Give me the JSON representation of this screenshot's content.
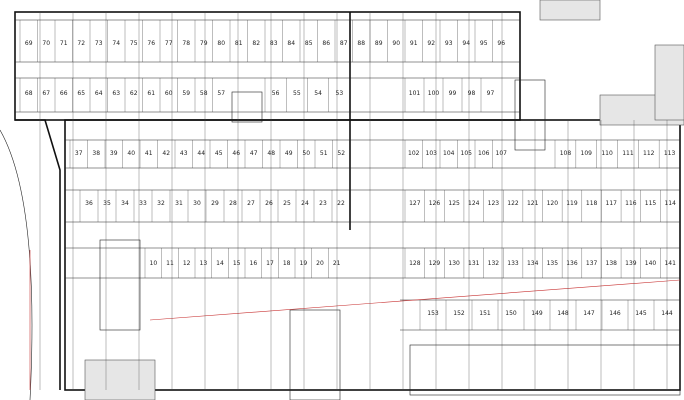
{
  "drawing": {
    "type": "parking garage floor plan",
    "line_color": "#222222",
    "accent_color": "#c83232",
    "stall_rows": [
      {
        "id": "row-a",
        "labels": [
          "69",
          "70",
          "71",
          "72",
          "73",
          "74",
          "75",
          "76",
          "77",
          "78",
          "79",
          "80",
          "81",
          "82",
          "83",
          "84",
          "85",
          "86",
          "87",
          "88",
          "89",
          "90",
          "91",
          "92",
          "93",
          "94",
          "95",
          "96"
        ]
      },
      {
        "id": "row-b-west",
        "labels": [
          "68",
          "67",
          "66",
          "65",
          "64",
          "63",
          "62",
          "61",
          "60",
          "59",
          "58",
          "57"
        ]
      },
      {
        "id": "row-b-mid",
        "labels": [
          "56",
          "55",
          "54",
          "53"
        ]
      },
      {
        "id": "row-b-east",
        "labels": [
          "101",
          "100",
          "99",
          "98",
          "97"
        ]
      },
      {
        "id": "row-c-west",
        "labels": [
          "37",
          "38",
          "39",
          "40",
          "41",
          "42",
          "43",
          "44",
          "45",
          "46",
          "47",
          "48",
          "49",
          "50",
          "51",
          "52"
        ]
      },
      {
        "id": "row-c-mid",
        "labels": [
          "102",
          "103",
          "104",
          "105",
          "106",
          "107"
        ]
      },
      {
        "id": "row-c-east",
        "labels": [
          "108",
          "109",
          "110",
          "111",
          "112",
          "113"
        ]
      },
      {
        "id": "row-d-west",
        "labels": [
          "36",
          "35",
          "34",
          "33",
          "32",
          "31",
          "30",
          "29",
          "28",
          "27",
          "26",
          "25",
          "24",
          "23",
          "22"
        ]
      },
      {
        "id": "row-d-east",
        "labels": [
          "127",
          "126",
          "125",
          "124",
          "123",
          "122",
          "121",
          "120",
          "119",
          "118",
          "117",
          "116",
          "115",
          "114"
        ]
      },
      {
        "id": "row-e-west",
        "labels": [
          "10",
          "11",
          "12",
          "13",
          "14",
          "15",
          "16",
          "17",
          "18",
          "19",
          "20",
          "21"
        ]
      },
      {
        "id": "row-e-east",
        "labels": [
          "128",
          "129",
          "130",
          "131",
          "132",
          "133",
          "134",
          "135",
          "136",
          "137",
          "138",
          "139",
          "140",
          "141"
        ]
      },
      {
        "id": "row-f",
        "labels": [
          "153",
          "152",
          "151",
          "150",
          "149",
          "148",
          "147",
          "146",
          "145",
          "144"
        ]
      }
    ]
  }
}
